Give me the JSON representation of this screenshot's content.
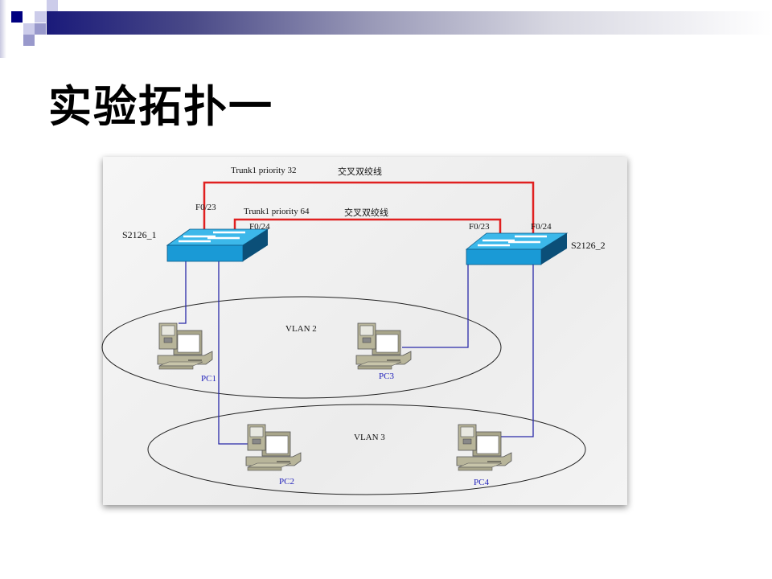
{
  "slide": {
    "title": "实验拓扑一"
  },
  "diagram": {
    "switches": [
      {
        "name": "S2126_1"
      },
      {
        "name": "S2126_2"
      }
    ],
    "links": [
      {
        "label": "Trunk1 priority 32",
        "cable": "交叉双绞线",
        "port_a": "F0/23",
        "port_b": "F0/24"
      },
      {
        "label": "Trunk1 priority 64",
        "cable": "交叉双绞线",
        "port_a": "F0/24",
        "port_b": "F0/23"
      }
    ],
    "vlans": [
      {
        "name": "VLAN 2"
      },
      {
        "name": "VLAN 3"
      }
    ],
    "pcs": [
      {
        "name": "PC1"
      },
      {
        "name": "PC2"
      },
      {
        "name": "PC3"
      },
      {
        "name": "PC4"
      }
    ],
    "colors": {
      "trunk": "#e02020",
      "access": "#2a2aa8",
      "switch": "#1a9ad6",
      "title_bar": "#1a1a7a"
    }
  }
}
